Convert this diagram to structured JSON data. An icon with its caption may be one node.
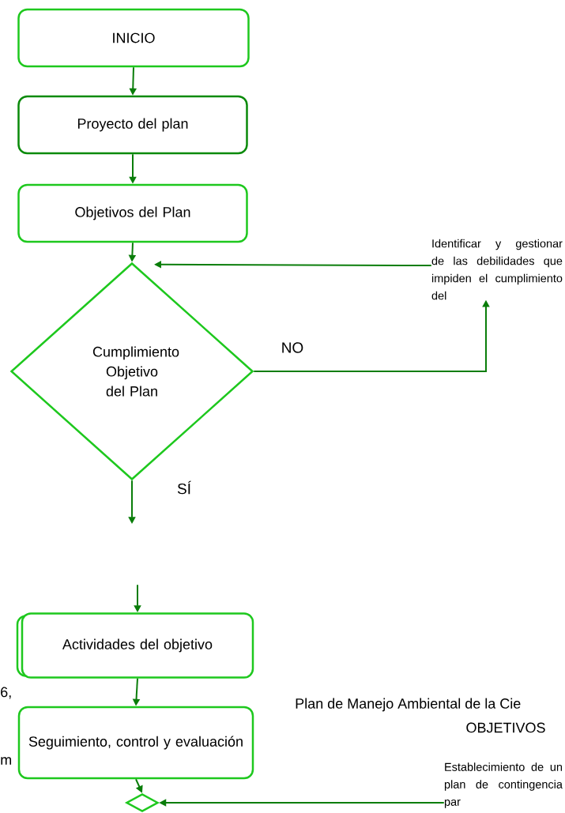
{
  "diagram": {
    "nodes": [
      {
        "text": [
          "INICIO"
        ]
      },
      {
        "text": [
          "Proyecto del plan"
        ]
      },
      {
        "text": [
          "Objetivos del Plan"
        ]
      },
      {
        "text": [
          "Cumplimiento Objetivo del Plan"
        ]
      },
      {
        "text": [
          "Identificar y gestionar de las debilidades que impiden el cumplimiento del"
        ]
      },
      {
        "text": [
          "Actividades del objetivo"
        ]
      },
      {
        "text": [
          "Seguimiento, control y evaluación"
        ]
      },
      {
        "text": [],
        "shape": "diamond"
      },
      {
        "text": [
          "Establecimiento de un plan de contingencia par"
        ]
      }
    ],
    "edges": [
      {
        "from": 0,
        "to": 1,
        "arrow": "to"
      },
      {
        "from": 1,
        "to": 2,
        "arrow": "to"
      },
      {
        "from": 2,
        "to": 3,
        "arrow": "to"
      },
      {
        "from": 3,
        "to": 4,
        "arrow": "to",
        "label": "NO"
      },
      {
        "from": 4,
        "to": 3,
        "arrow": "to"
      },
      {
        "from": 3,
        "to": null,
        "arrow": "to",
        "label": "SÍ"
      },
      {
        "from": null,
        "to": 5,
        "arrow": "to"
      },
      {
        "from": 5,
        "to": 6,
        "arrow": "to"
      },
      {
        "from": 6,
        "to": 7,
        "arrow": "to"
      },
      {
        "from": 8,
        "to": 7,
        "arrow": "to"
      }
    ],
    "labels": [
      "6,",
      "m",
      "Plan de Manejo Ambiental de la Cie",
      "OBJETIVOS"
    ]
  }
}
